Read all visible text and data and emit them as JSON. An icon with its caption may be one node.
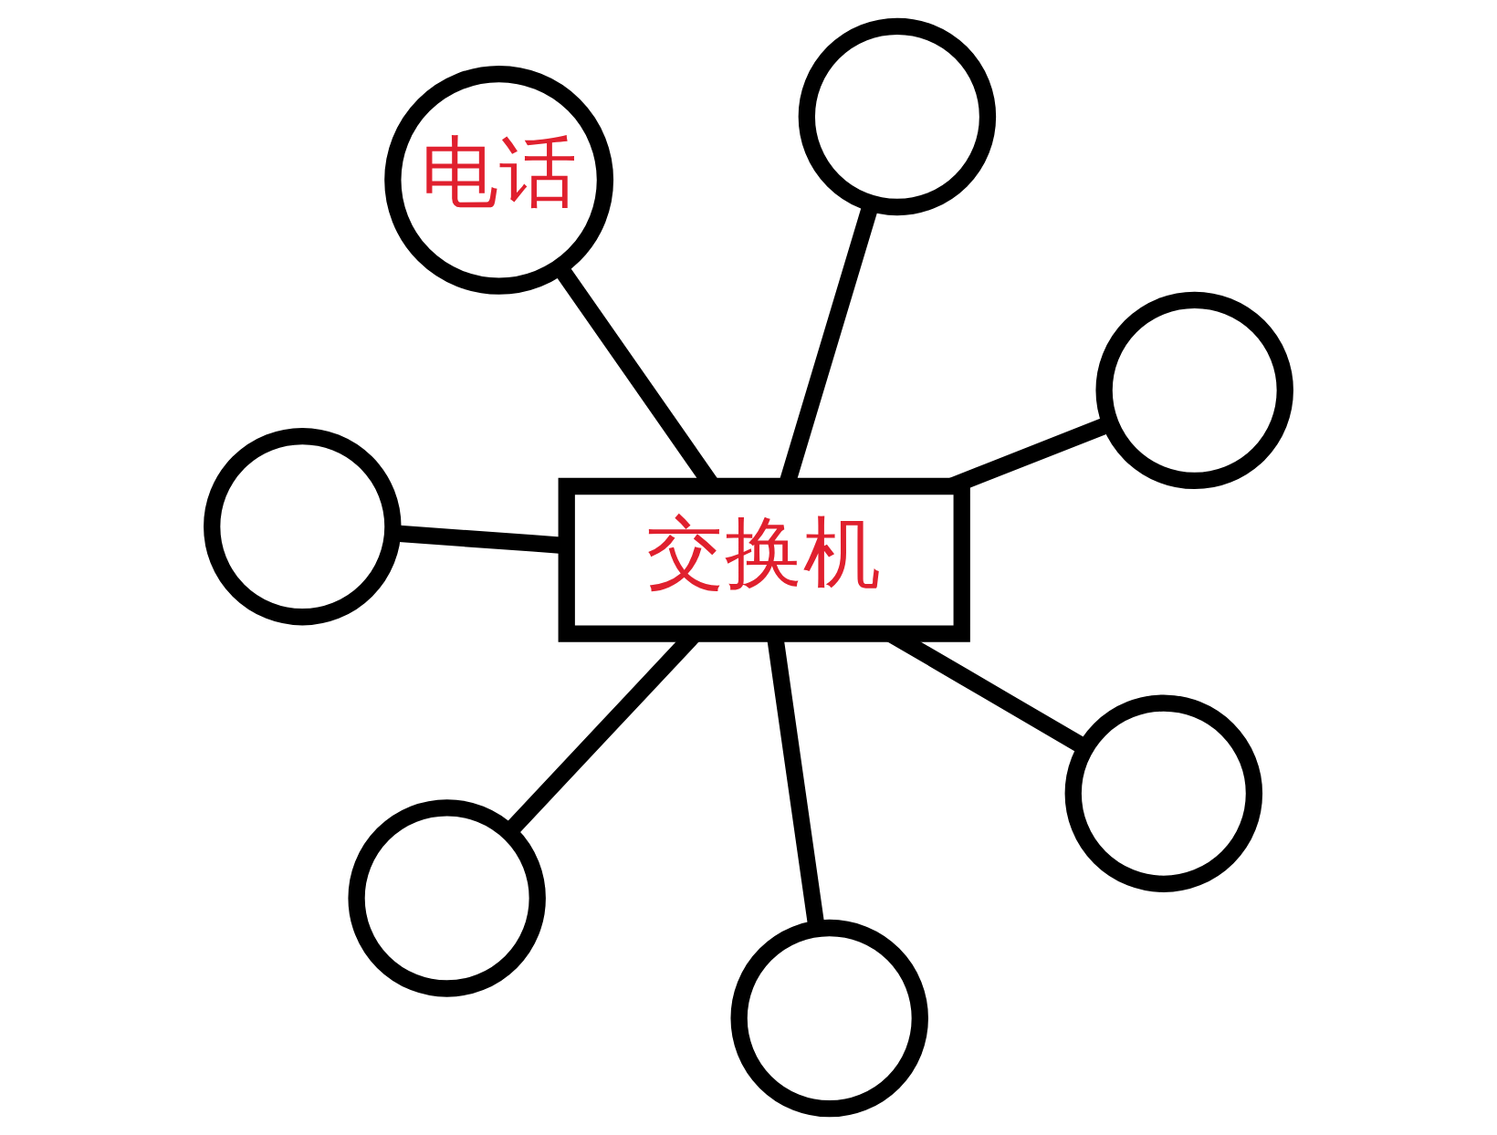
{
  "diagram": {
    "nodes": [
      {
        "text": [
          "电话"
        ]
      },
      {
        "text": [],
        "shape": "circle"
      },
      {
        "text": [],
        "shape": "circle"
      },
      {
        "text": [
          "交换机"
        ]
      },
      {
        "text": [],
        "shape": "circle"
      },
      {
        "text": [],
        "shape": "circle"
      },
      {
        "text": [],
        "shape": "circle"
      },
      {
        "text": [],
        "shape": "circle"
      }
    ],
    "edges": [
      {
        "from": 3,
        "to": 0,
        "arrow": "none"
      },
      {
        "from": 3,
        "to": 1,
        "arrow": "none"
      },
      {
        "from": 3,
        "to": 2,
        "arrow": "none"
      },
      {
        "from": 3,
        "to": 4,
        "arrow": "none"
      },
      {
        "from": 3,
        "to": 5,
        "arrow": "none"
      },
      {
        "from": 3,
        "to": 6,
        "arrow": "none"
      },
      {
        "from": 3,
        "to": 7,
        "arrow": "none"
      }
    ]
  }
}
